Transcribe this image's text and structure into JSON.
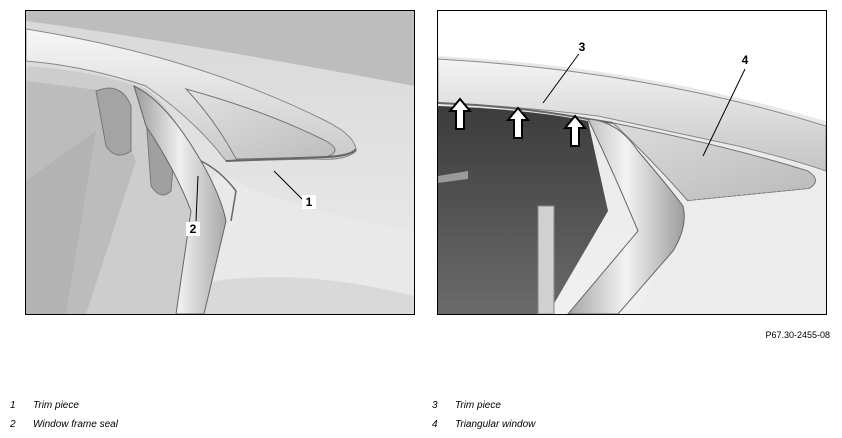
{
  "figure_id": "P67.30-2455-08",
  "callouts": {
    "c1": "1",
    "c2": "2",
    "c3": "3",
    "c4": "4"
  },
  "legend": {
    "left": [
      {
        "num": "1",
        "label": "Trim piece"
      },
      {
        "num": "2",
        "label": "Window frame seal"
      }
    ],
    "right": [
      {
        "num": "3",
        "label": "Trim piece"
      },
      {
        "num": "4",
        "label": "Triangular window"
      }
    ]
  },
  "colors": {
    "panel_bg": "#e4e4e4",
    "body_light": "#f2f2f2",
    "body_mid": "#cfcfcf",
    "body_dark": "#8c8c8c",
    "interior": "#4a4a4a",
    "arrow_fill": "#ffffff"
  }
}
